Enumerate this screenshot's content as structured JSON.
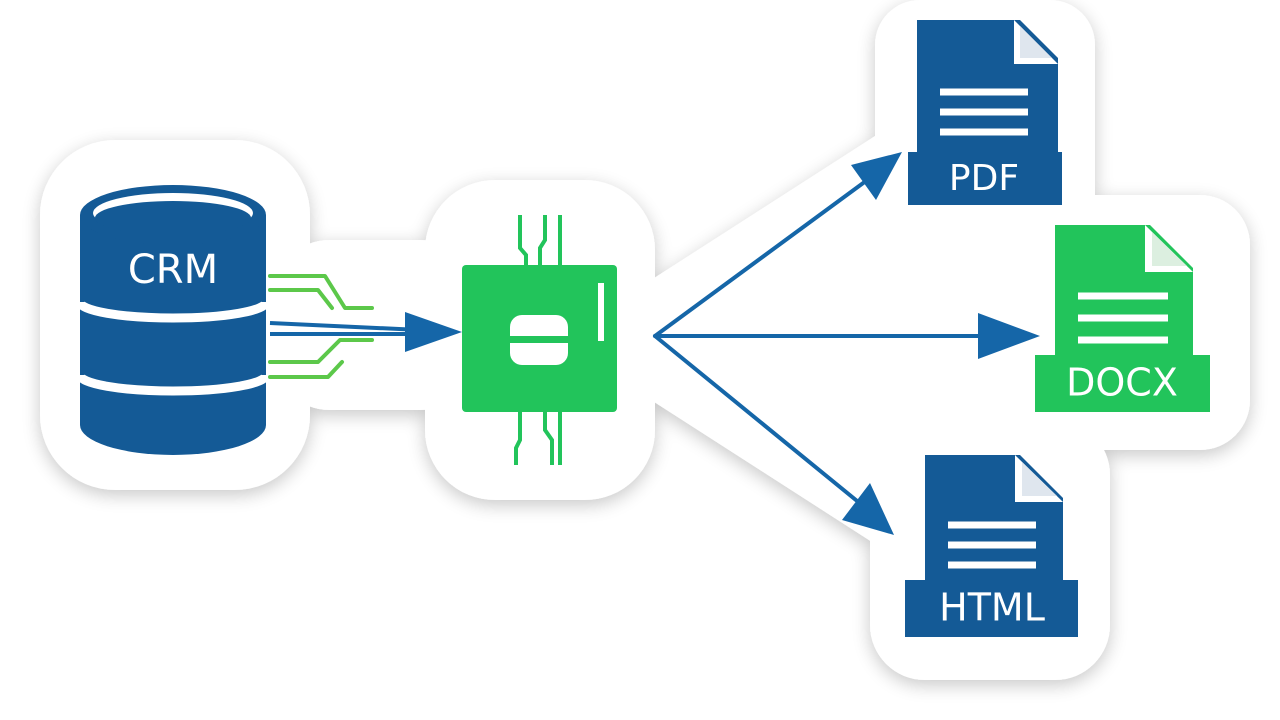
{
  "diagram": {
    "source": {
      "label": "CRM",
      "icon": "database-icon"
    },
    "processor": {
      "icon": "processor-chip-icon"
    },
    "outputs": [
      {
        "label": "PDF",
        "icon": "document-icon"
      },
      {
        "label": "DOCX",
        "icon": "document-icon"
      },
      {
        "label": "HTML",
        "icon": "document-icon"
      }
    ]
  },
  "colors": {
    "blue": "#145a96",
    "green": "#22c45b",
    "arrow_blue": "#1566a8",
    "connector_green": "#5cc84a",
    "sticker_white": "#ffffff"
  }
}
